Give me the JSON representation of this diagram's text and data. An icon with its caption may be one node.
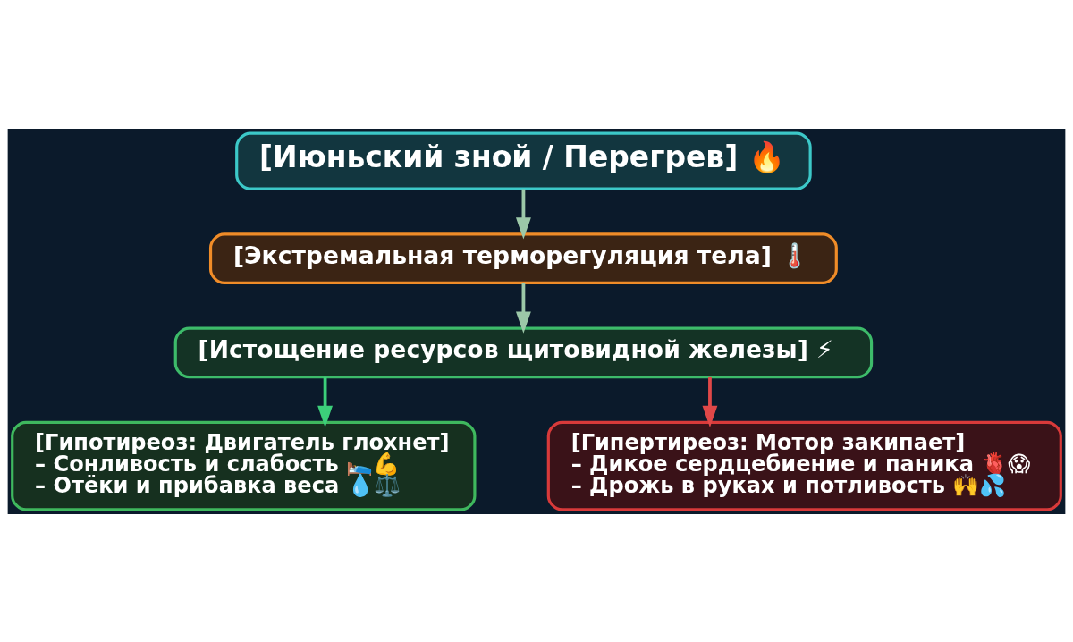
{
  "diagram": {
    "nodes": [
      {
        "text": [
          "[Июньский зной / Перегрев] 🔥"
        ]
      },
      {
        "text": [
          "[Экстремальная терморегуляция тела] 🌡️"
        ]
      },
      {
        "text": [
          "[Истощение ресурсов щитовидной железы] ⚡"
        ]
      },
      {
        "text": [
          "[Гипотиреоз: Двигатель глохнет]",
          "– Сонливость и слабость 🛌💪",
          "– Отёки и прибавка веса 💧⚖️"
        ]
      },
      {
        "text": [
          "[Гипертиреоз: Мотор закипает]",
          "– Дикое сердцебиение и паника 🫀😱",
          "– Дрожь в руках и потливость 🙌💦"
        ]
      }
    ],
    "edges": [
      {
        "from": 0,
        "to": 1,
        "arrow": "to"
      },
      {
        "from": 1,
        "to": 2,
        "arrow": "to"
      },
      {
        "from": 2,
        "to": 3,
        "arrow": "to",
        "color": "#3ccf7a"
      },
      {
        "from": 2,
        "to": 4,
        "arrow": "to",
        "color": "#e04848"
      }
    ]
  }
}
